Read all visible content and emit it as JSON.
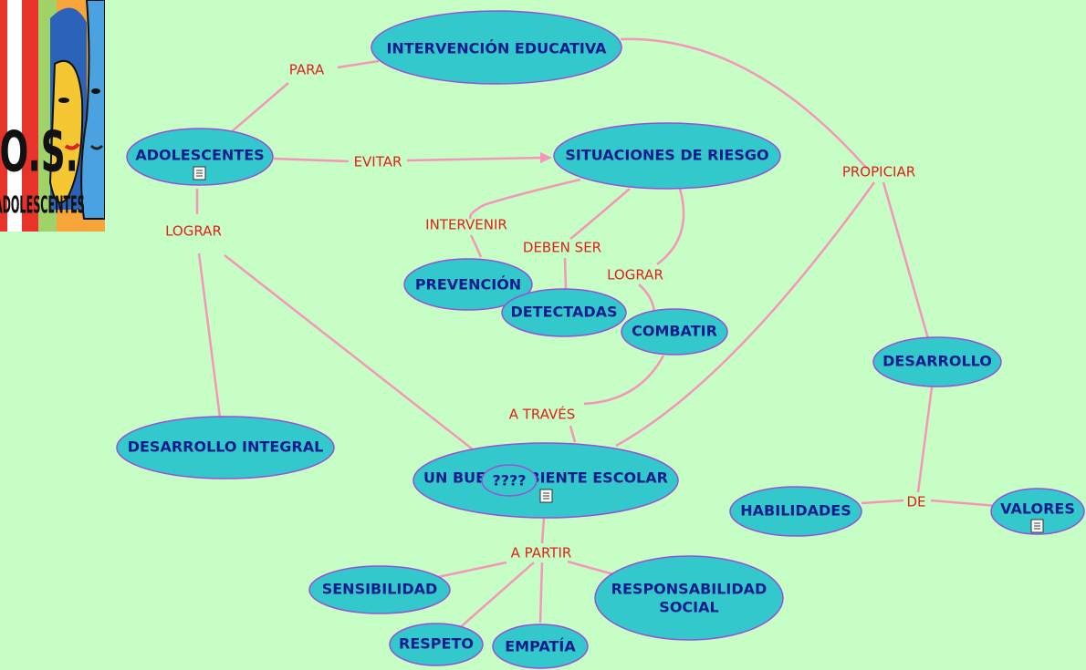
{
  "logo": {
    "text_top": "S.O.S.",
    "text_bottom": "ADOLESCENTES"
  },
  "nodes": {
    "intervencion": "INTERVENCIÓN EDUCATIVA",
    "adolescentes": "ADOLESCENTES",
    "situaciones": "SITUACIONES DE RIESGO",
    "prevencion": "PREVENCIÓN",
    "detectadas": "DETECTADAS",
    "combatir": "COMBATIR",
    "desarrollo": "DESARROLLO",
    "desarrollo_integral": "DESARROLLO INTEGRAL",
    "ambiente": "UN BUEN AMBIENTE ESCOLAR",
    "ambiente_overlay": "????",
    "habilidades": "HABILIDADES",
    "valores": "VALORES",
    "sensibilidad": "SENSIBILIDAD",
    "responsabilidad_1": "RESPONSABILIDAD",
    "responsabilidad_2": "SOCIAL",
    "respeto": "RESPETO",
    "empatia": "EMPATÍA"
  },
  "links": {
    "para": "PARA",
    "evitar": "EVITAR",
    "lograr1": "LOGRAR",
    "propiciar": "PROPICIAR",
    "intervenir": "INTERVENIR",
    "deben_ser": "DEBEN SER",
    "lograr2": "LOGRAR",
    "a_traves": "A TRAVÉS",
    "de": "DE",
    "a_partir": "A PARTIR"
  },
  "colors": {
    "background": "#c6fec5",
    "node_fill": "#33c8cb",
    "node_border": "#9a4fd6",
    "node_text": "#0f1d8c",
    "link_line": "#f596b9",
    "link_text": "#e0211f"
  }
}
